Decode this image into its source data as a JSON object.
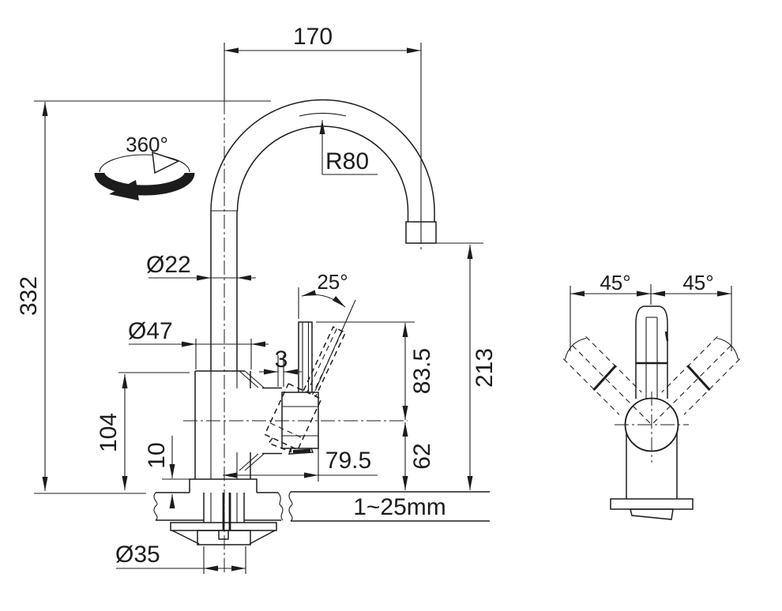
{
  "labels": {
    "spout_reach": "170",
    "bend_radius": "R80",
    "swivel_angle": "360°",
    "overall_height": "332",
    "spout_tube_diameter": "Ø22",
    "body_diameter": "Ø47",
    "lever_tilt_angle": "25°",
    "lever_clearance": "3",
    "handle_height": "83.5",
    "outlet_height": "213",
    "body_height": "104",
    "base_plate_height": "10",
    "handle_reach": "79.5",
    "outlet_to_counter": "62",
    "counter_thickness_range": "1~25mm",
    "mounting_hole_diameter": "Ø35",
    "handle_swing_left": "45°",
    "handle_swing_right": "45°"
  },
  "style": {
    "ink": "#1c1c1c",
    "background": "#ffffff"
  }
}
